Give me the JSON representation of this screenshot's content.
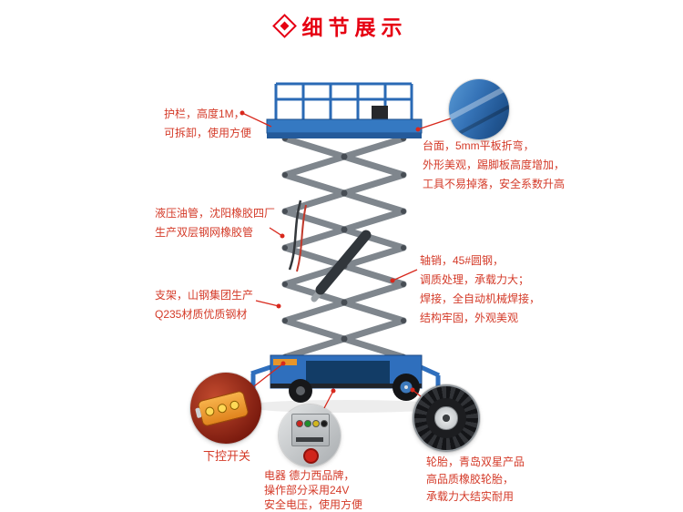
{
  "header": {
    "title": "细节展示"
  },
  "callouts": {
    "guardrail": {
      "lines": [
        "护栏，高度1M，",
        "可拆卸，使用方便"
      ]
    },
    "platform": {
      "lines": [
        "台面，5mm平板折弯，",
        "外形美观，踢脚板高度增加，",
        "工具不易掉落，安全系数升高"
      ]
    },
    "hose": {
      "lines": [
        "液压油管，沈阳橡胶四厂",
        "生产双层钢网橡胶管"
      ]
    },
    "frame": {
      "lines": [
        "支架，山钢集团生产",
        "Q235材质优质钢材"
      ]
    },
    "pin": {
      "lines": [
        "轴销，45#圆钢，",
        "调质处理，承载力大；",
        "焊接，全自动机械焊接，",
        "结构牢固，外观美观"
      ]
    },
    "remote": {
      "label": "下控开关"
    },
    "electric": {
      "lines": [
        "电器 德力西品牌，",
        "操作部分采用24V",
        "安全电压，使用方便"
      ]
    },
    "tire": {
      "lines": [
        "轮胎，青岛双星产品",
        "高品质橡胶轮胎，",
        "承载力大结实耐用"
      ]
    }
  },
  "colors": {
    "accent": "#e60012",
    "callout_text": "#d43a28",
    "machine_blue": "#2f6fbd",
    "scissor_gray": "#7f868d",
    "leader_red": "#d8281c"
  }
}
